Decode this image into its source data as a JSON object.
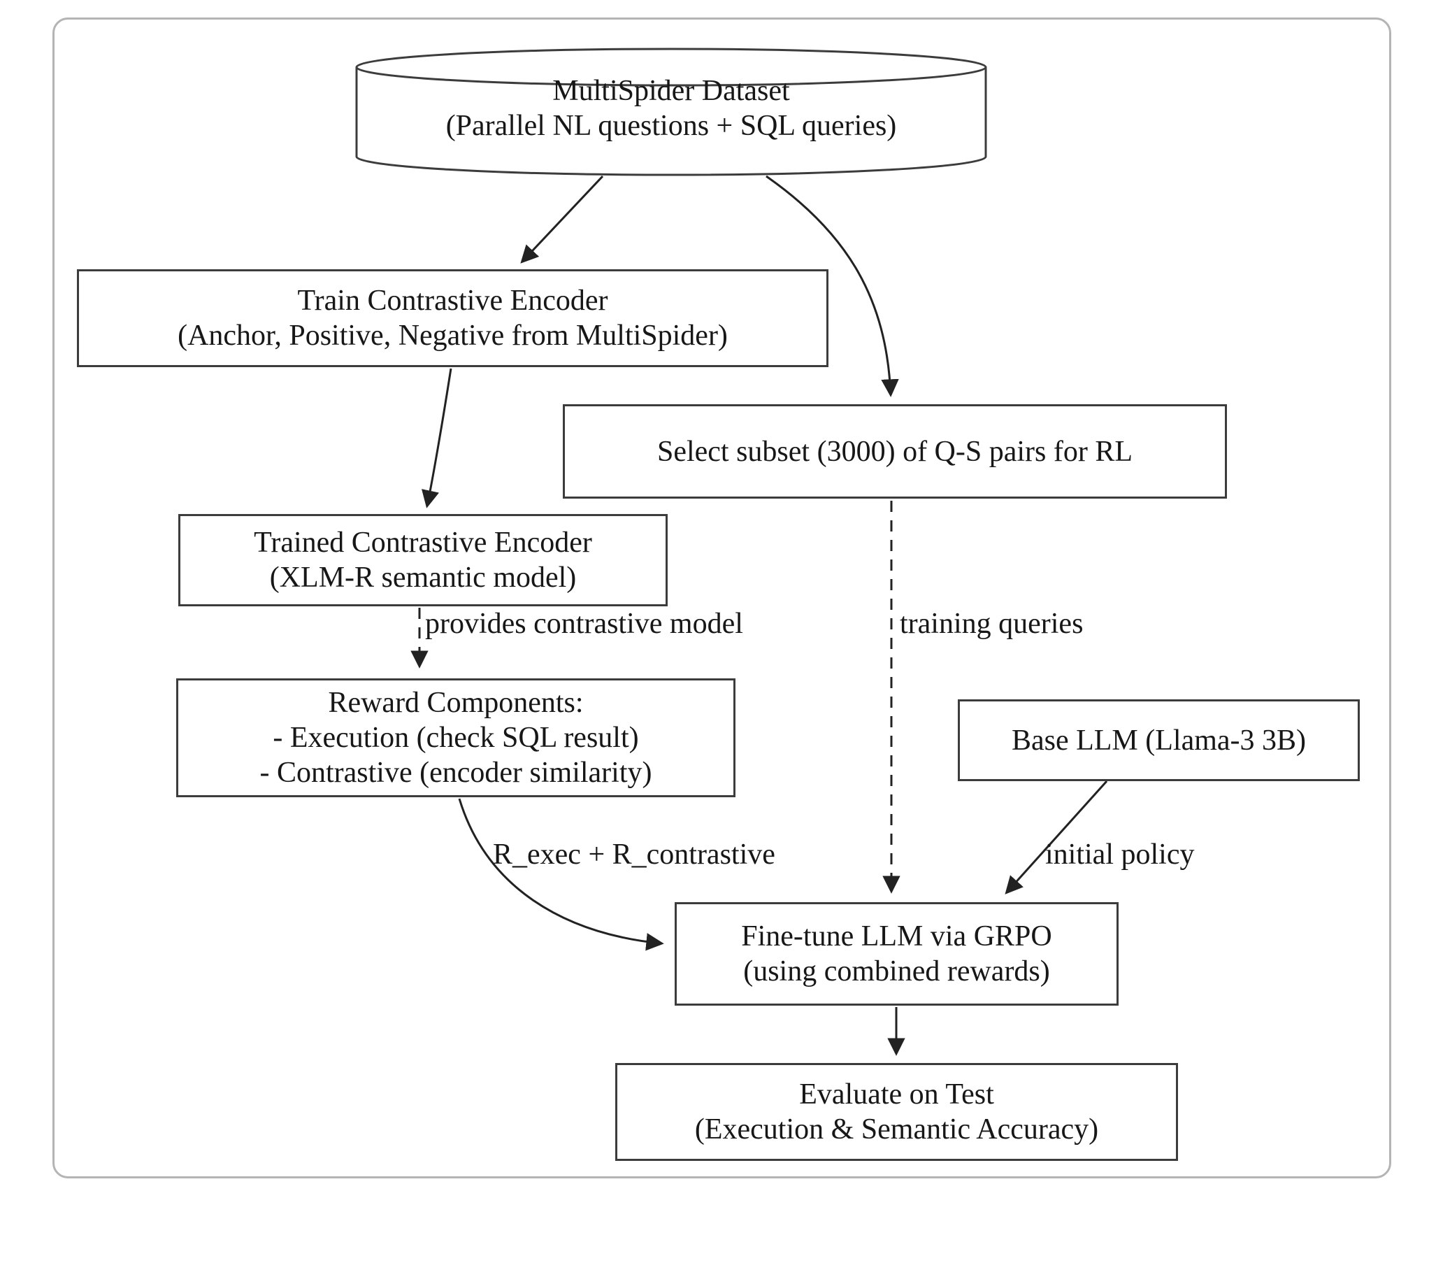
{
  "diagram": {
    "title": "Text-to-SQL RL training pipeline flowchart",
    "nodes": {
      "dataset": {
        "shape": "cylinder",
        "line1": "MultiSpider Dataset",
        "line2": "(Parallel NL questions + SQL queries)"
      },
      "train_encoder": {
        "shape": "box",
        "line1": "Train Contrastive Encoder",
        "line2": "(Anchor, Positive, Negative from MultiSpider)"
      },
      "select_subset": {
        "shape": "box",
        "line1": "Select subset (3000) of Q-S pairs for RL"
      },
      "trained_encoder": {
        "shape": "box",
        "line1": "Trained Contrastive Encoder",
        "line2": "(XLM-R semantic model)"
      },
      "reward_components": {
        "shape": "box",
        "line1": "Reward Components:",
        "line2": "- Execution (check SQL result)",
        "line3": "- Contrastive (encoder similarity)"
      },
      "base_llm": {
        "shape": "box",
        "line1": "Base LLM (Llama-3 3B)"
      },
      "finetune": {
        "shape": "box",
        "line1": "Fine-tune LLM via GRPO",
        "line2": "(using combined rewards)"
      },
      "evaluate": {
        "shape": "box",
        "line1": "Evaluate on Test",
        "line2": "(Execution & Semantic Accuracy)"
      }
    },
    "edges": [
      {
        "from": "dataset",
        "to": "train_encoder",
        "style": "solid",
        "label": ""
      },
      {
        "from": "dataset",
        "to": "select_subset",
        "style": "solid",
        "label": ""
      },
      {
        "from": "train_encoder",
        "to": "trained_encoder",
        "style": "solid",
        "label": ""
      },
      {
        "from": "trained_encoder",
        "to": "reward_components",
        "style": "dashed",
        "label": "provides contrastive model"
      },
      {
        "from": "select_subset",
        "to": "finetune",
        "style": "dashed",
        "label": "training queries"
      },
      {
        "from": "reward_components",
        "to": "finetune",
        "style": "solid",
        "label": "R_exec + R_contrastive"
      },
      {
        "from": "base_llm",
        "to": "finetune",
        "style": "solid",
        "label": "initial policy"
      },
      {
        "from": "finetune",
        "to": "evaluate",
        "style": "solid",
        "label": ""
      }
    ],
    "edge_labels": {
      "provides": "provides contrastive model",
      "training_queries": "training queries",
      "rewards": "R_exec + R_contrastive",
      "initial_policy": "initial policy"
    },
    "colors": {
      "node_border": "#3c3c3c",
      "edge": "#222222",
      "frame_border": "#b4b4b4",
      "text": "#171717",
      "background": "#ffffff"
    }
  }
}
